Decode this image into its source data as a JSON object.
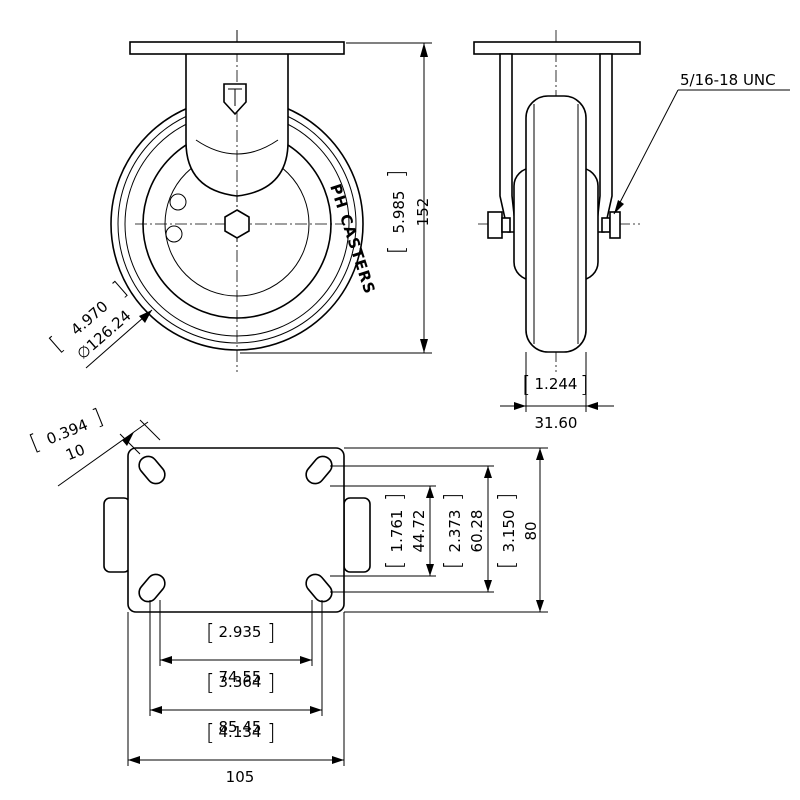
{
  "front_view": {
    "height_in": "5.985",
    "height_mm": "152",
    "wheel_diameter_in": "4.970",
    "wheel_diameter_mm": "∅126.24",
    "brand_text": "PH CASTERS"
  },
  "side_view": {
    "thread_callout": "5/16-18 UNC",
    "wheel_width_in": "1.244",
    "wheel_width_mm": "31.60"
  },
  "plate_view": {
    "slot_width_in": "0.394",
    "slot_width_mm": "10",
    "hole_spacing_v_min_in": "1.761",
    "hole_spacing_v_min_mm": "44.72",
    "hole_spacing_v_max_in": "2.373",
    "hole_spacing_v_max_mm": "60.28",
    "plate_height_in": "3.150",
    "plate_height_mm": "80",
    "hole_spacing_h_min_in": "2.935",
    "hole_spacing_h_min_mm": "74.55",
    "hole_spacing_h_max_in": "3.364",
    "hole_spacing_h_max_mm": "85.45",
    "plate_width_in": "4.134",
    "plate_width_mm": "105"
  }
}
